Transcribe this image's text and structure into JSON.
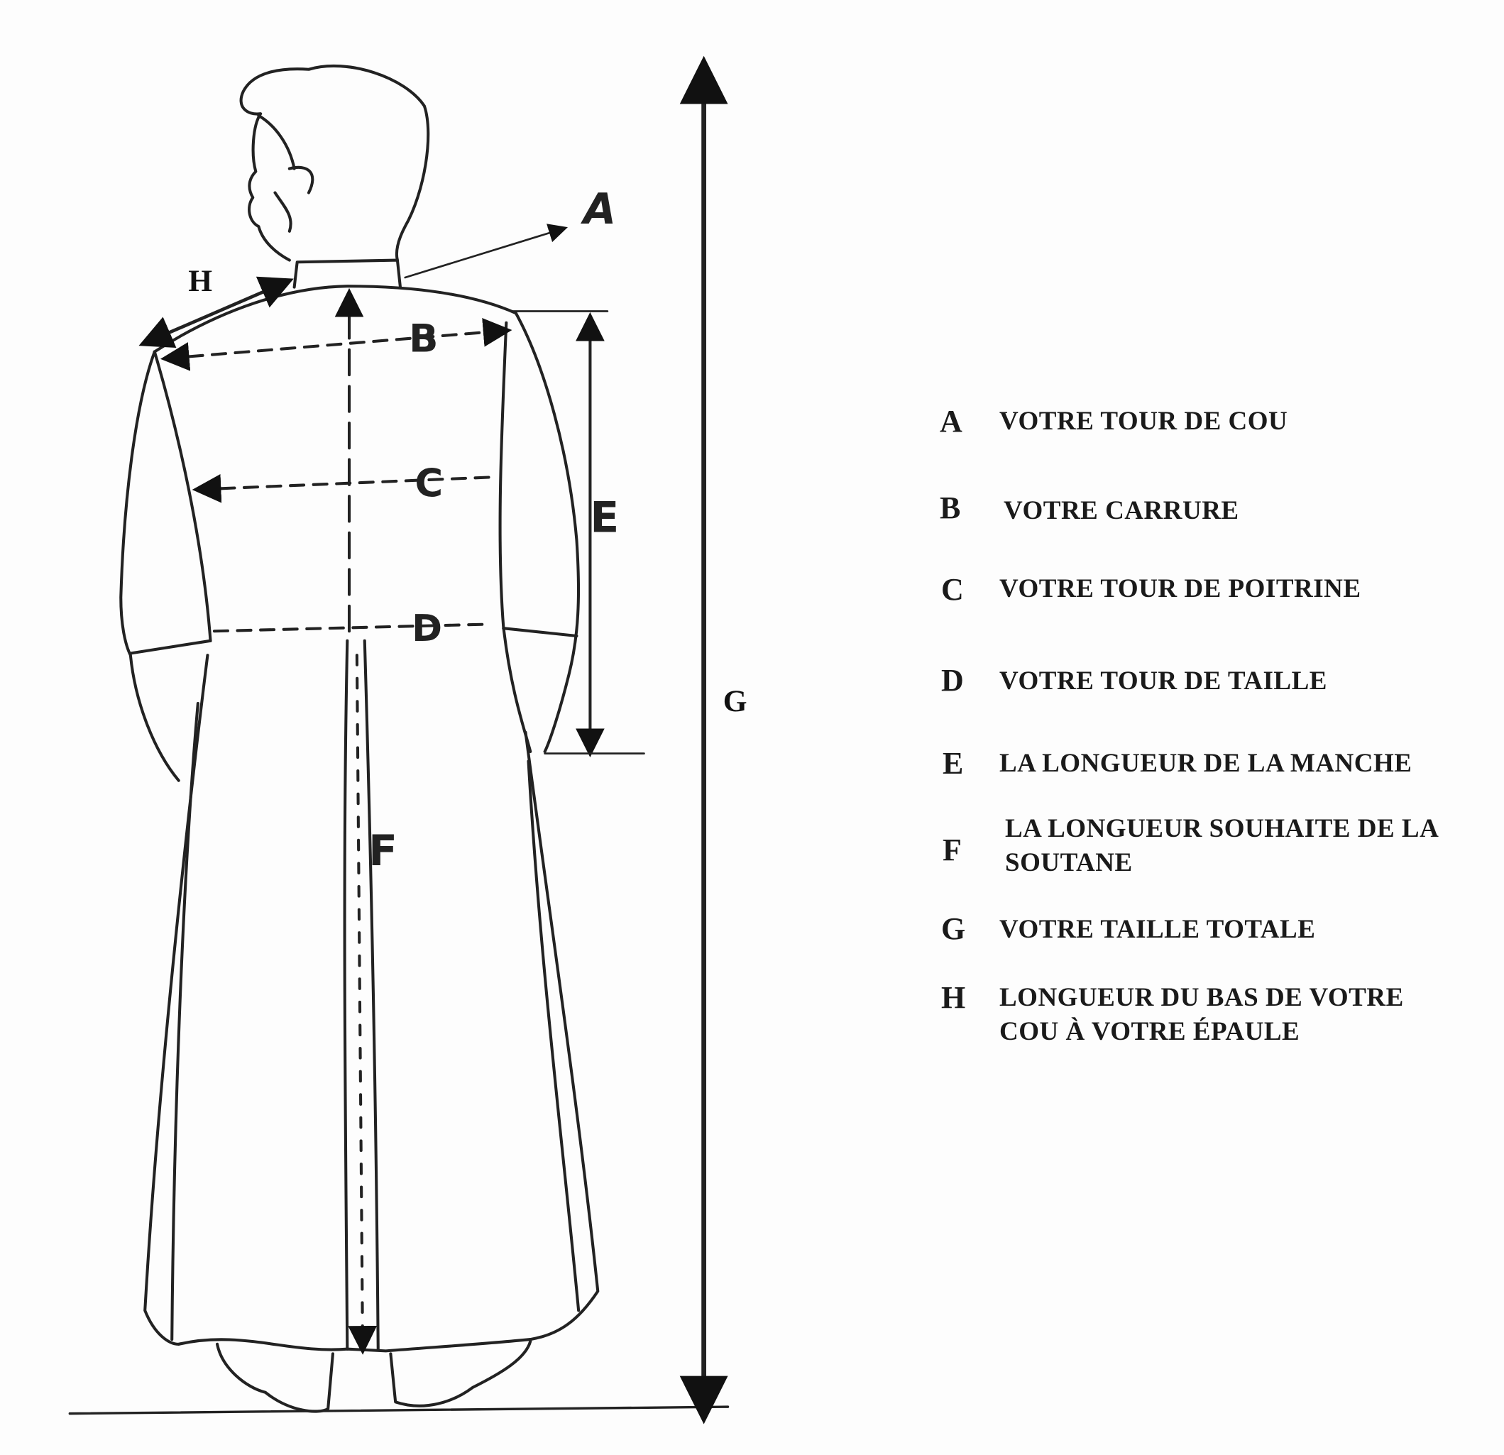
{
  "figure": {
    "labels": {
      "A": "A",
      "B": "B",
      "C": "C",
      "D": "D",
      "E": "E",
      "F": "F",
      "G": "G",
      "H": "H"
    }
  },
  "legend": [
    {
      "key": "A",
      "text": "VOTRE  TOUR DE COU"
    },
    {
      "key": "B",
      "text": "VOTRE  CARRURE"
    },
    {
      "key": "C",
      "text": "VOTRE TOUR DE POITRINE"
    },
    {
      "key": "D",
      "text": "VOTRE TOUR DE TAILLE"
    },
    {
      "key": "E",
      "text": "LA LONGUEUR DE LA MANCHE"
    },
    {
      "key": "F",
      "text": "LA LONGUEUR SOUHAITE DE LA",
      "text2": "SOUTANE"
    },
    {
      "key": "G",
      "text": "VOTRE TAILLE TOTALE"
    },
    {
      "key": "H",
      "text": "LONGUEUR DU BAS DE VOTRE",
      "text2": "COU À VOTRE ÉPAULE"
    }
  ]
}
